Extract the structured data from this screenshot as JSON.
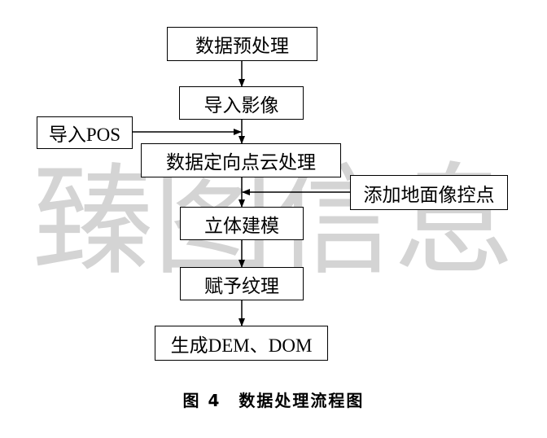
{
  "watermark": "臻图信息",
  "nodes": {
    "preprocess": "数据预处理",
    "import_image": "导入影像",
    "import_pos": "导入POS",
    "orientation": "数据定向点云处理",
    "gcp": "添加地面像控点",
    "modeling": "立体建模",
    "texture": "赋予纹理",
    "output": "生成DEM、DOM"
  },
  "caption": "图 4　数据处理流程图",
  "colors": {
    "line": "#000000",
    "watermark": "#d4d4d4",
    "background": "#ffffff"
  }
}
